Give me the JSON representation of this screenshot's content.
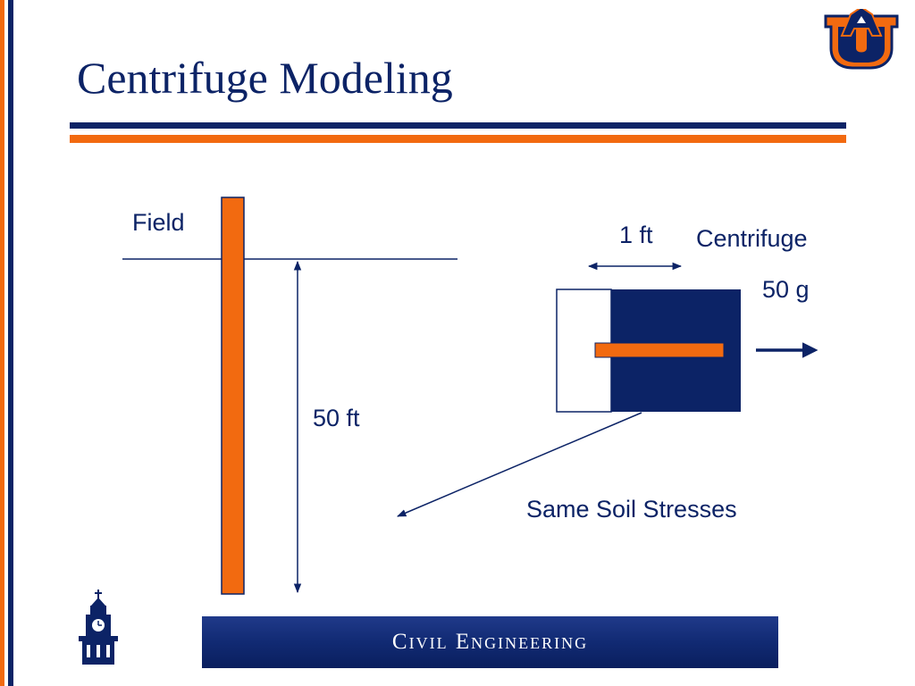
{
  "slide": {
    "title": "Centrifuge Modeling",
    "banner_text": "Civil Engineering"
  },
  "diagram": {
    "field_label": "Field",
    "depth_label": "50 ft",
    "width_label": "1 ft",
    "centrifuge_label": "Centrifuge",
    "acceleration_label": "50 g",
    "relation_label": "Same Soil Stresses"
  },
  "colors": {
    "navy": "#0c2366",
    "orange": "#f26a10",
    "white": "#ffffff"
  },
  "icons": {
    "logo": "au-logo-icon",
    "tower": "clock-tower-icon"
  }
}
